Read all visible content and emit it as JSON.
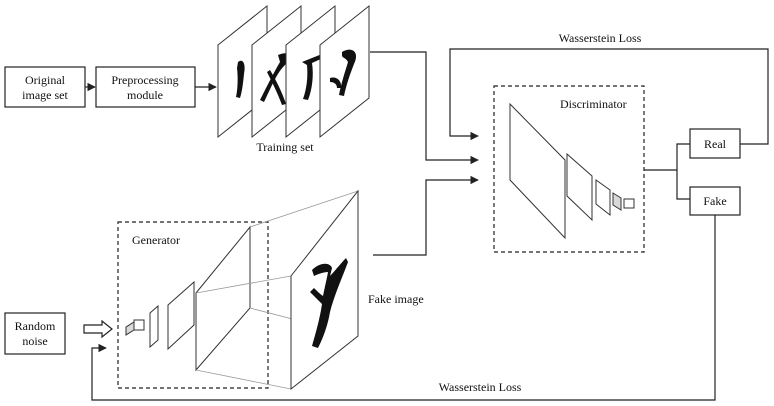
{
  "nodes": {
    "original": [
      "Original",
      "image set"
    ],
    "preprocessing": [
      "Preprocessing",
      "module"
    ],
    "training_set": "Training set",
    "discriminator": "Discriminator",
    "real": "Real",
    "fake": "Fake",
    "generator": "Generator",
    "fake_image": "Fake image",
    "random_noise": [
      "Random",
      "noise"
    ]
  },
  "edges": {
    "loss_top": "Wasserstein Loss",
    "loss_bottom": "Wasserstein Loss"
  },
  "colors": {
    "stroke": "#222222",
    "ink": "#111111",
    "background": "#ffffff"
  }
}
